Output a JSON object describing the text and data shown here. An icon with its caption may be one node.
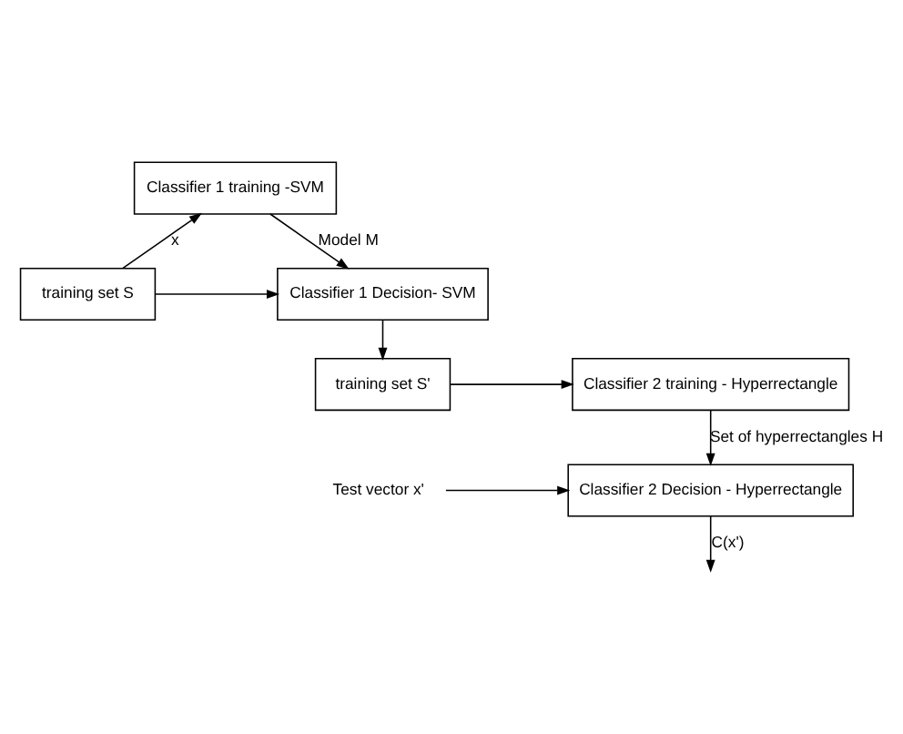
{
  "diagram": {
    "nodes": [
      {
        "text": [
          "Classifier 1 training -SVM"
        ]
      },
      {
        "text": [
          "training set S"
        ]
      },
      {
        "text": [
          "Classifier 1 Decision- SVM"
        ]
      },
      {
        "text": [
          "training set S'"
        ]
      },
      {
        "text": [
          "Classifier 2 training - Hyperrectangle"
        ]
      },
      {
        "text": [
          "Test vector x'"
        ]
      },
      {
        "text": [
          "Classifier 2 Decision - Hyperrectangle"
        ]
      }
    ],
    "edges": [
      {
        "from": 1,
        "to": 0,
        "arrow": "to",
        "label": "x"
      },
      {
        "from": 0,
        "to": 2,
        "arrow": "to",
        "label": "Model M"
      },
      {
        "from": 1,
        "to": 2,
        "arrow": "to"
      },
      {
        "from": 2,
        "to": 3,
        "arrow": "to"
      },
      {
        "from": 3,
        "to": 4,
        "arrow": "to"
      },
      {
        "from": 4,
        "to": 6,
        "arrow": "to",
        "label": "Set of hyperrectangles H"
      },
      {
        "from": 5,
        "to": 6,
        "arrow": "to"
      },
      {
        "from": 6,
        "to": null,
        "arrow": "to",
        "label": "C(x')"
      }
    ]
  }
}
